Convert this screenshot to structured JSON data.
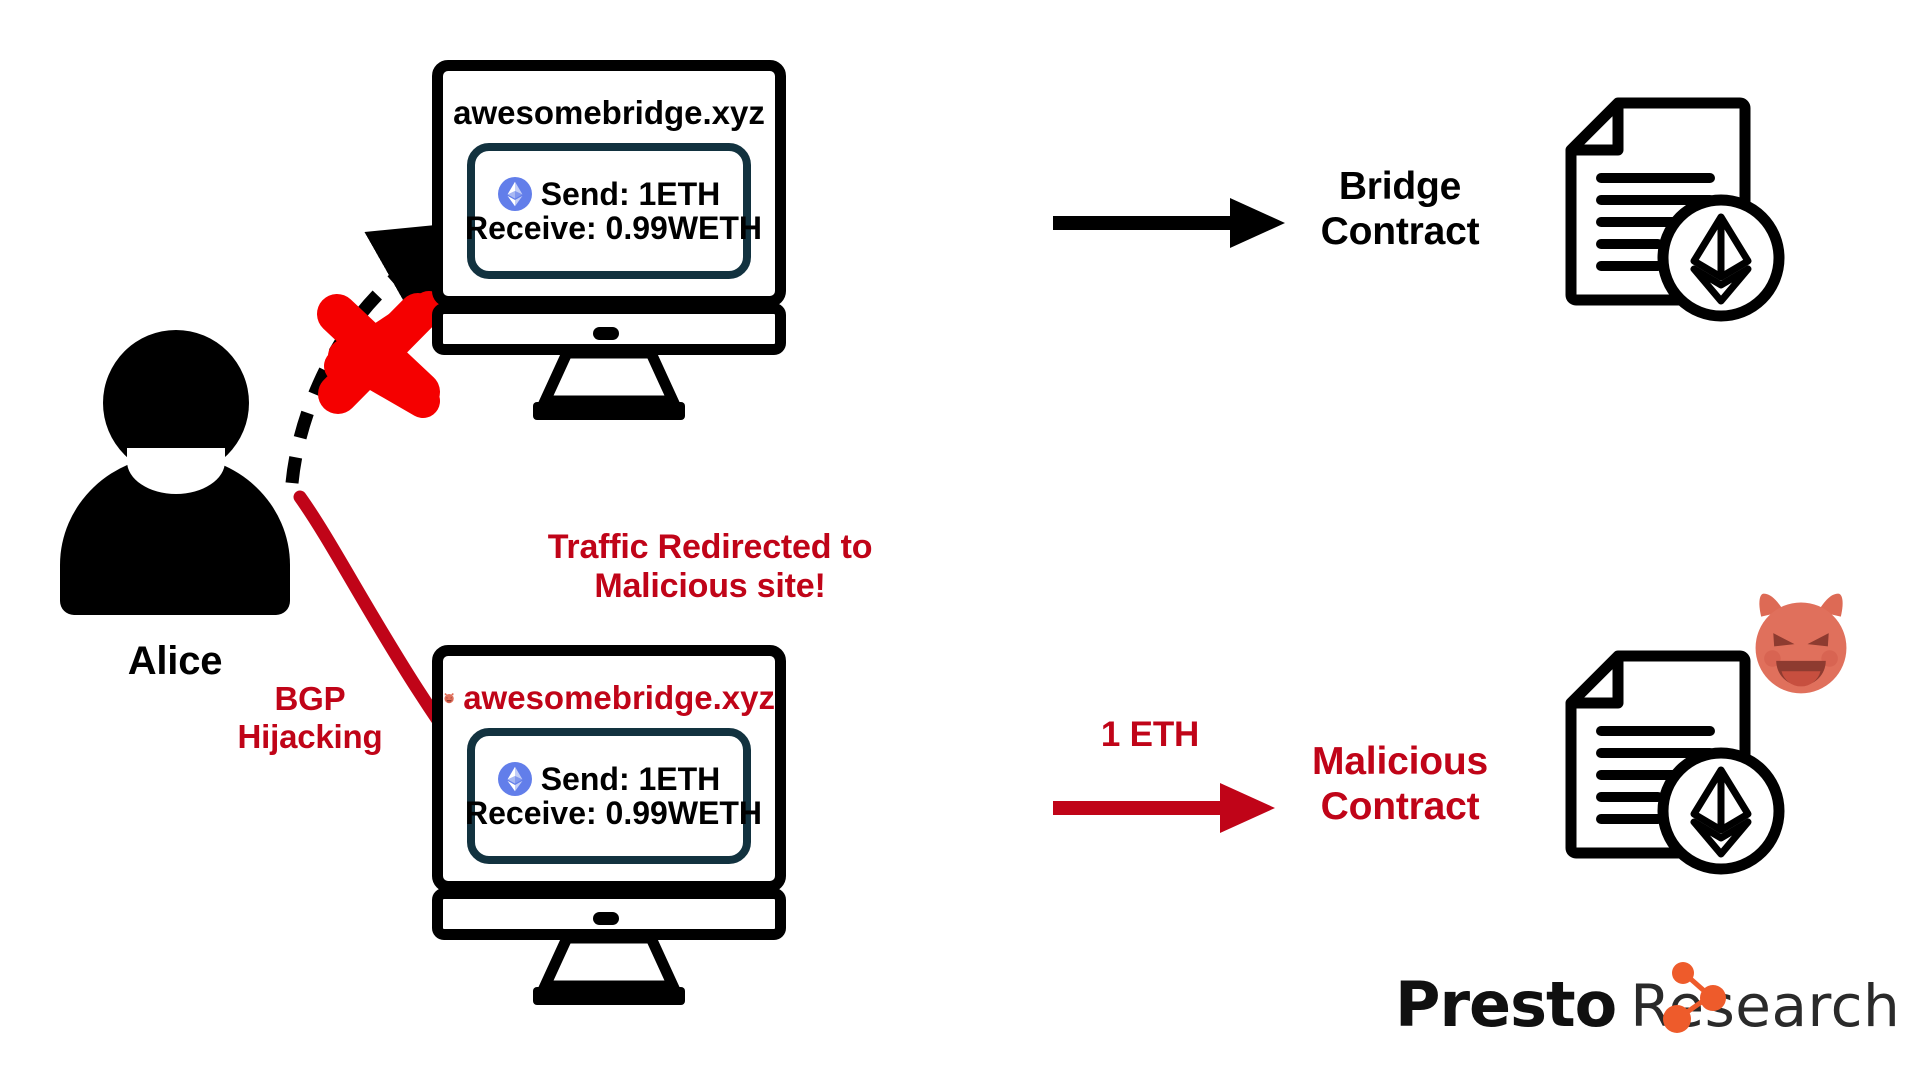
{
  "diagram": {
    "title": "BGP Hijacking Bridge Attack",
    "colors": {
      "red": "#C00418",
      "bright_red": "#F50000",
      "black": "#000000",
      "panel_border": "#12323F",
      "eth_blue": "#627EEA",
      "polygon_purple": "#8247E5",
      "presto_orange": "#EE5B2B",
      "devil_face": "#E0705C"
    }
  },
  "actor": {
    "label": "Alice",
    "icon": "person-silhouette-icon"
  },
  "flows": {
    "blocked_path": {
      "style": "dashed-curved-arrow",
      "marker": "red-x-mark",
      "from": "Alice",
      "to": "legit-site"
    },
    "hijacked_path": {
      "style": "solid-curved-arrow",
      "label": "BGP\nHijacking",
      "label_line1": "BGP",
      "label_line2": "Hijacking",
      "from": "Alice",
      "to": "malicious-site"
    },
    "legit_contract_arrow": {
      "style": "solid-straight-arrow",
      "color": "black",
      "label": ""
    },
    "malicious_contract_arrow": {
      "style": "solid-straight-arrow",
      "color": "red",
      "label": "1 ETH"
    }
  },
  "warning": {
    "line1": "Traffic Redirected to",
    "line2": "Malicious site!"
  },
  "monitors": [
    {
      "id": "legit-monitor",
      "site": "awesomebridge.xyz",
      "is_malicious": false,
      "devil_icon": false,
      "transaction": {
        "send": {
          "icon": "ethereum-icon",
          "label": "Send: 1ETH"
        },
        "receive": {
          "icon": "polygon-icon",
          "label": "Receive: 0.99WETH"
        }
      }
    },
    {
      "id": "malicious-monitor",
      "site": "awesomebridge.xyz",
      "is_malicious": true,
      "devil_icon": true,
      "devil_icon_name": "devil-face-icon",
      "transaction": {
        "send": {
          "icon": "ethereum-icon",
          "label": "Send: 1ETH"
        },
        "receive": {
          "icon": "polygon-icon",
          "label": "Receive: 0.99WETH"
        }
      }
    }
  ],
  "contracts": [
    {
      "id": "bridge-contract",
      "line1": "Bridge",
      "line2": "Contract",
      "is_malicious": false,
      "icon": "document-with-ethereum-icon"
    },
    {
      "id": "malicious-contract",
      "line1": "Malicious",
      "line2": "Contract",
      "is_malicious": true,
      "icon": "document-with-ethereum-icon",
      "badge_icon": "devil-face-icon"
    }
  ],
  "branding": {
    "logo_bold": "Presto",
    "logo_light": "Research",
    "logo_mark": "presto-node-mark-icon"
  }
}
